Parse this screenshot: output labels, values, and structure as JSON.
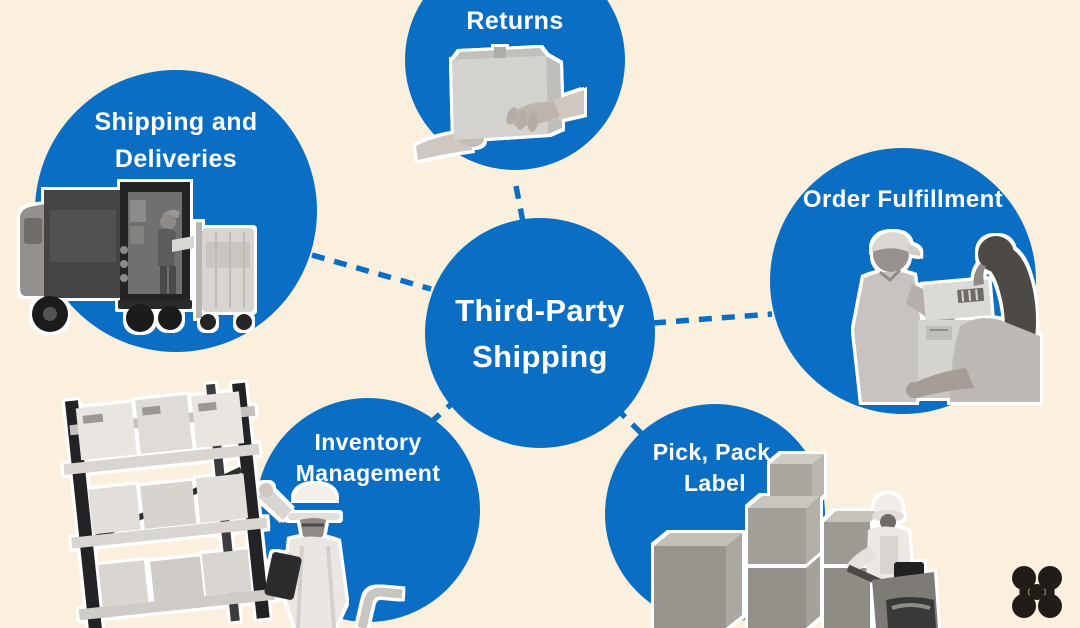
{
  "colors": {
    "background": "#fbf0de",
    "circle_blue": "#0a6fc4",
    "label_text": "#ffffff",
    "logo": "#211c18"
  },
  "center_node": {
    "label_line1": "Third-Party",
    "label_line2": "Shipping"
  },
  "nodes": [
    {
      "id": "returns",
      "label": "Returns",
      "photo_icon": "hands-passing-box-photo"
    },
    {
      "id": "shipping-and-deliveries",
      "label_line1": "Shipping and",
      "label_line2": "Deliveries",
      "photo_icon": "delivery-truck-loading-photo"
    },
    {
      "id": "order-fulfillment",
      "label": "Order Fulfillment",
      "photo_icon": "courier-handing-boxes-photo"
    },
    {
      "id": "inventory-management",
      "label_line1": "Inventory",
      "label_line2": "Management",
      "photo_icon": "warehouse-rack-worker-photo"
    },
    {
      "id": "pick-pack-label",
      "label_line1": "Pick, Pack,",
      "label_line2": "Label",
      "photo_icon": "box-stacks-pallet-jack-photo"
    }
  ],
  "logo": {
    "name": "hive-logo"
  }
}
